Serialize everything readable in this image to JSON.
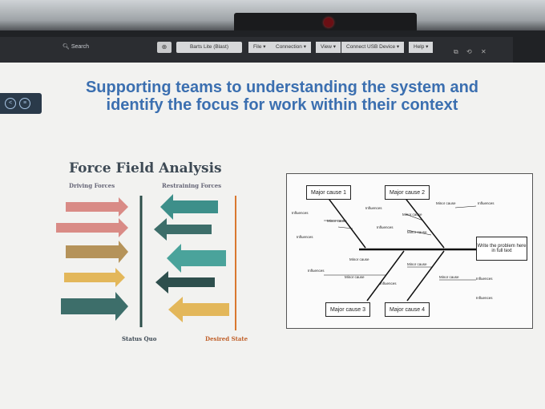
{
  "app": {
    "search_label": "Search",
    "title": "Barts Lite (Blast)",
    "menus": [
      "File ▾",
      "Connection ▾",
      "View ▾",
      "Connect USB Device ▾",
      "Help ▾"
    ],
    "window_controls": [
      "⧉",
      "⟲",
      "✕"
    ]
  },
  "slide": {
    "headline_line1": "Supporting teams to understanding the system and",
    "headline_line2": "identify the focus for work within their context",
    "force_field": {
      "title": "Force Field Analysis",
      "driving_label": "Driving Forces",
      "restraining_label": "Restraining Forces",
      "status_quo": "Status Quo",
      "desired_state": "Desired State",
      "colors": {
        "driving": [
          "#d98b86",
          "#d98b86",
          "#b5935a",
          "#e3b75a",
          "#3d6e6a"
        ],
        "restraining": [
          "#3d8f8a",
          "#3d6e6a",
          "#4aa39b",
          "#2e4f4d",
          "#e3b75a"
        ],
        "status_quo_line": "#2d4f4a",
        "desired_state_line": "#d9782f"
      }
    },
    "fishbone": {
      "major_cause_1": "Major cause 1",
      "major_cause_2": "Major cause 2",
      "major_cause_3": "Major cause 3",
      "major_cause_4": "Major cause 4",
      "problem": "Write the problem here in full text",
      "minor_cause": "Minor cause",
      "influences": "Influences"
    }
  }
}
